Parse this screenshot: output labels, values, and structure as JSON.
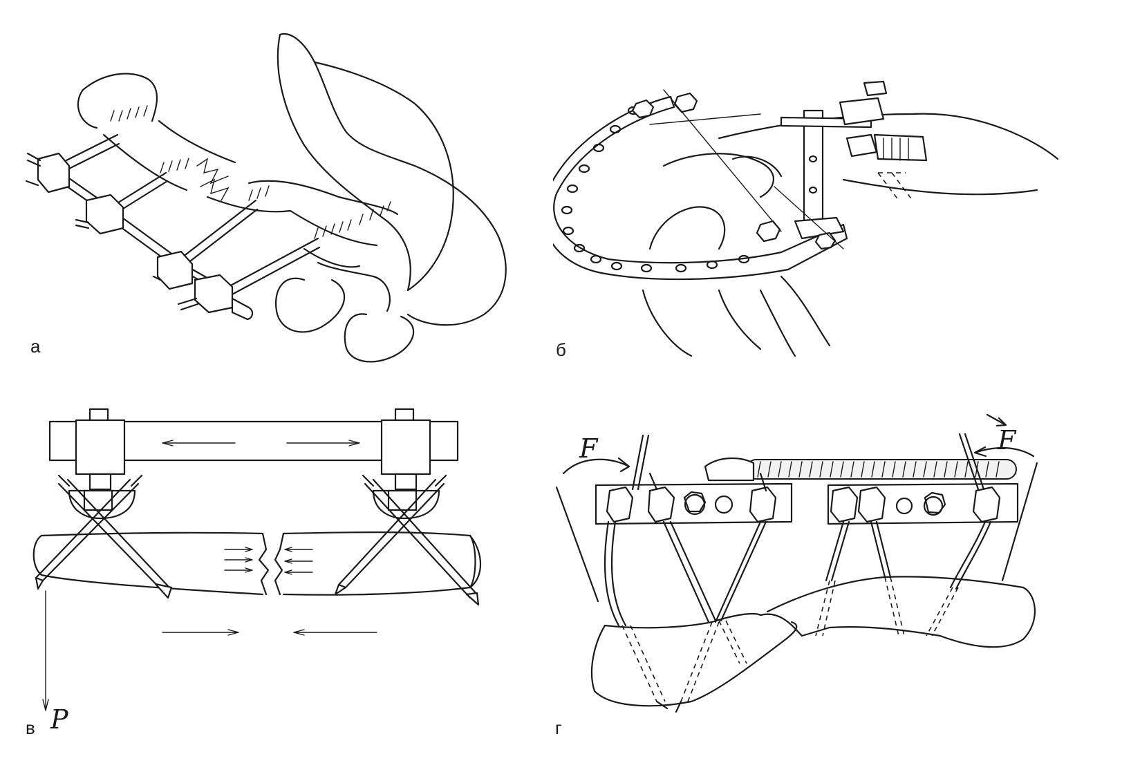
{
  "panels": {
    "a": {
      "label": "а"
    },
    "b": {
      "label": "б"
    },
    "v": {
      "label": "в",
      "force_label": "P"
    },
    "g": {
      "label": "г",
      "force_left": "F",
      "force_right": "F"
    }
  },
  "colors": {
    "ink": "#1a1a1a",
    "background": "#ffffff"
  }
}
